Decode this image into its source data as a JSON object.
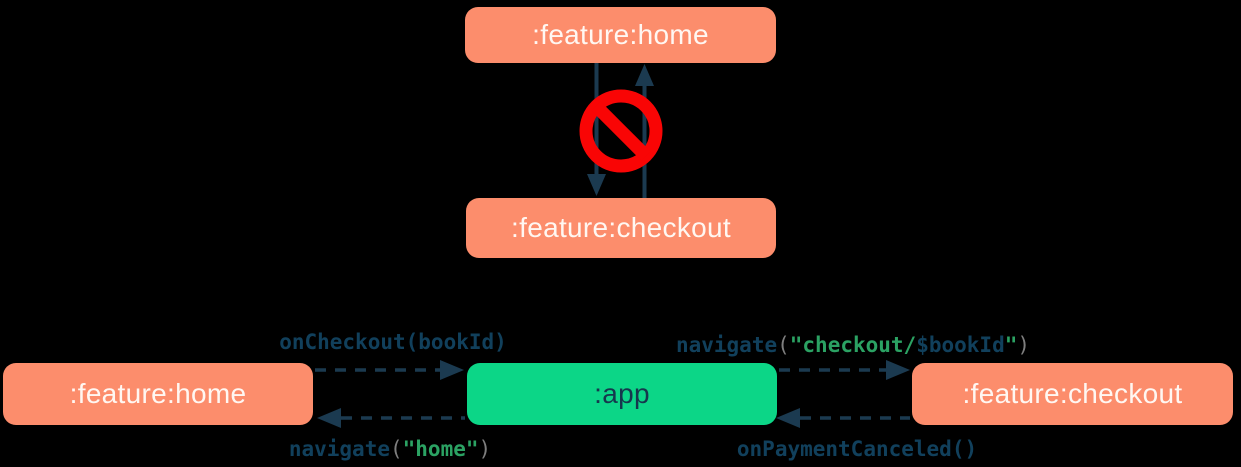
{
  "colors": {
    "background": "#000000",
    "node_feature": "#FC8D6C",
    "node_feature_text": "#FFF7F2",
    "node_app": "#0CD687",
    "node_app_text": "#16374D",
    "arrow": "#1B3A50",
    "code_fn": "#11405C",
    "code_string": "#2BA263",
    "code_paren": "#7E7E7E",
    "forbidden": "#F90505"
  },
  "top_diagram": {
    "home_node": {
      "label": ":feature:home"
    },
    "checkout_node": {
      "label": ":feature:checkout"
    },
    "forbidden_icon": "no-entry-icon"
  },
  "bottom_diagram": {
    "home_node": {
      "label": ":feature:home"
    },
    "app_node": {
      "label": ":app"
    },
    "checkout_node": {
      "label": ":feature:checkout"
    },
    "edges": {
      "on_checkout": {
        "parts": [
          {
            "text": "onCheckout(",
            "style": "fn"
          },
          {
            "text": "bookId",
            "style": "fn_bold"
          },
          {
            "text": ")",
            "style": "fn"
          }
        ]
      },
      "navigate_home": {
        "parts": [
          {
            "text": "navigate",
            "style": "fn_bold"
          },
          {
            "text": "(",
            "style": "paren"
          },
          {
            "text": "\"home\"",
            "style": "string"
          },
          {
            "text": ")",
            "style": "paren"
          }
        ]
      },
      "navigate_checkout": {
        "parts": [
          {
            "text": "navigate",
            "style": "fn_bold"
          },
          {
            "text": "(",
            "style": "paren"
          },
          {
            "text": "\"checkout/",
            "style": "string"
          },
          {
            "text": "$bookId",
            "style": "fn_bold"
          },
          {
            "text": "\"",
            "style": "string"
          },
          {
            "text": ")",
            "style": "paren"
          }
        ]
      },
      "on_payment_canceled": {
        "parts": [
          {
            "text": "onPaymentCanceled()",
            "style": "fn"
          }
        ]
      }
    }
  }
}
